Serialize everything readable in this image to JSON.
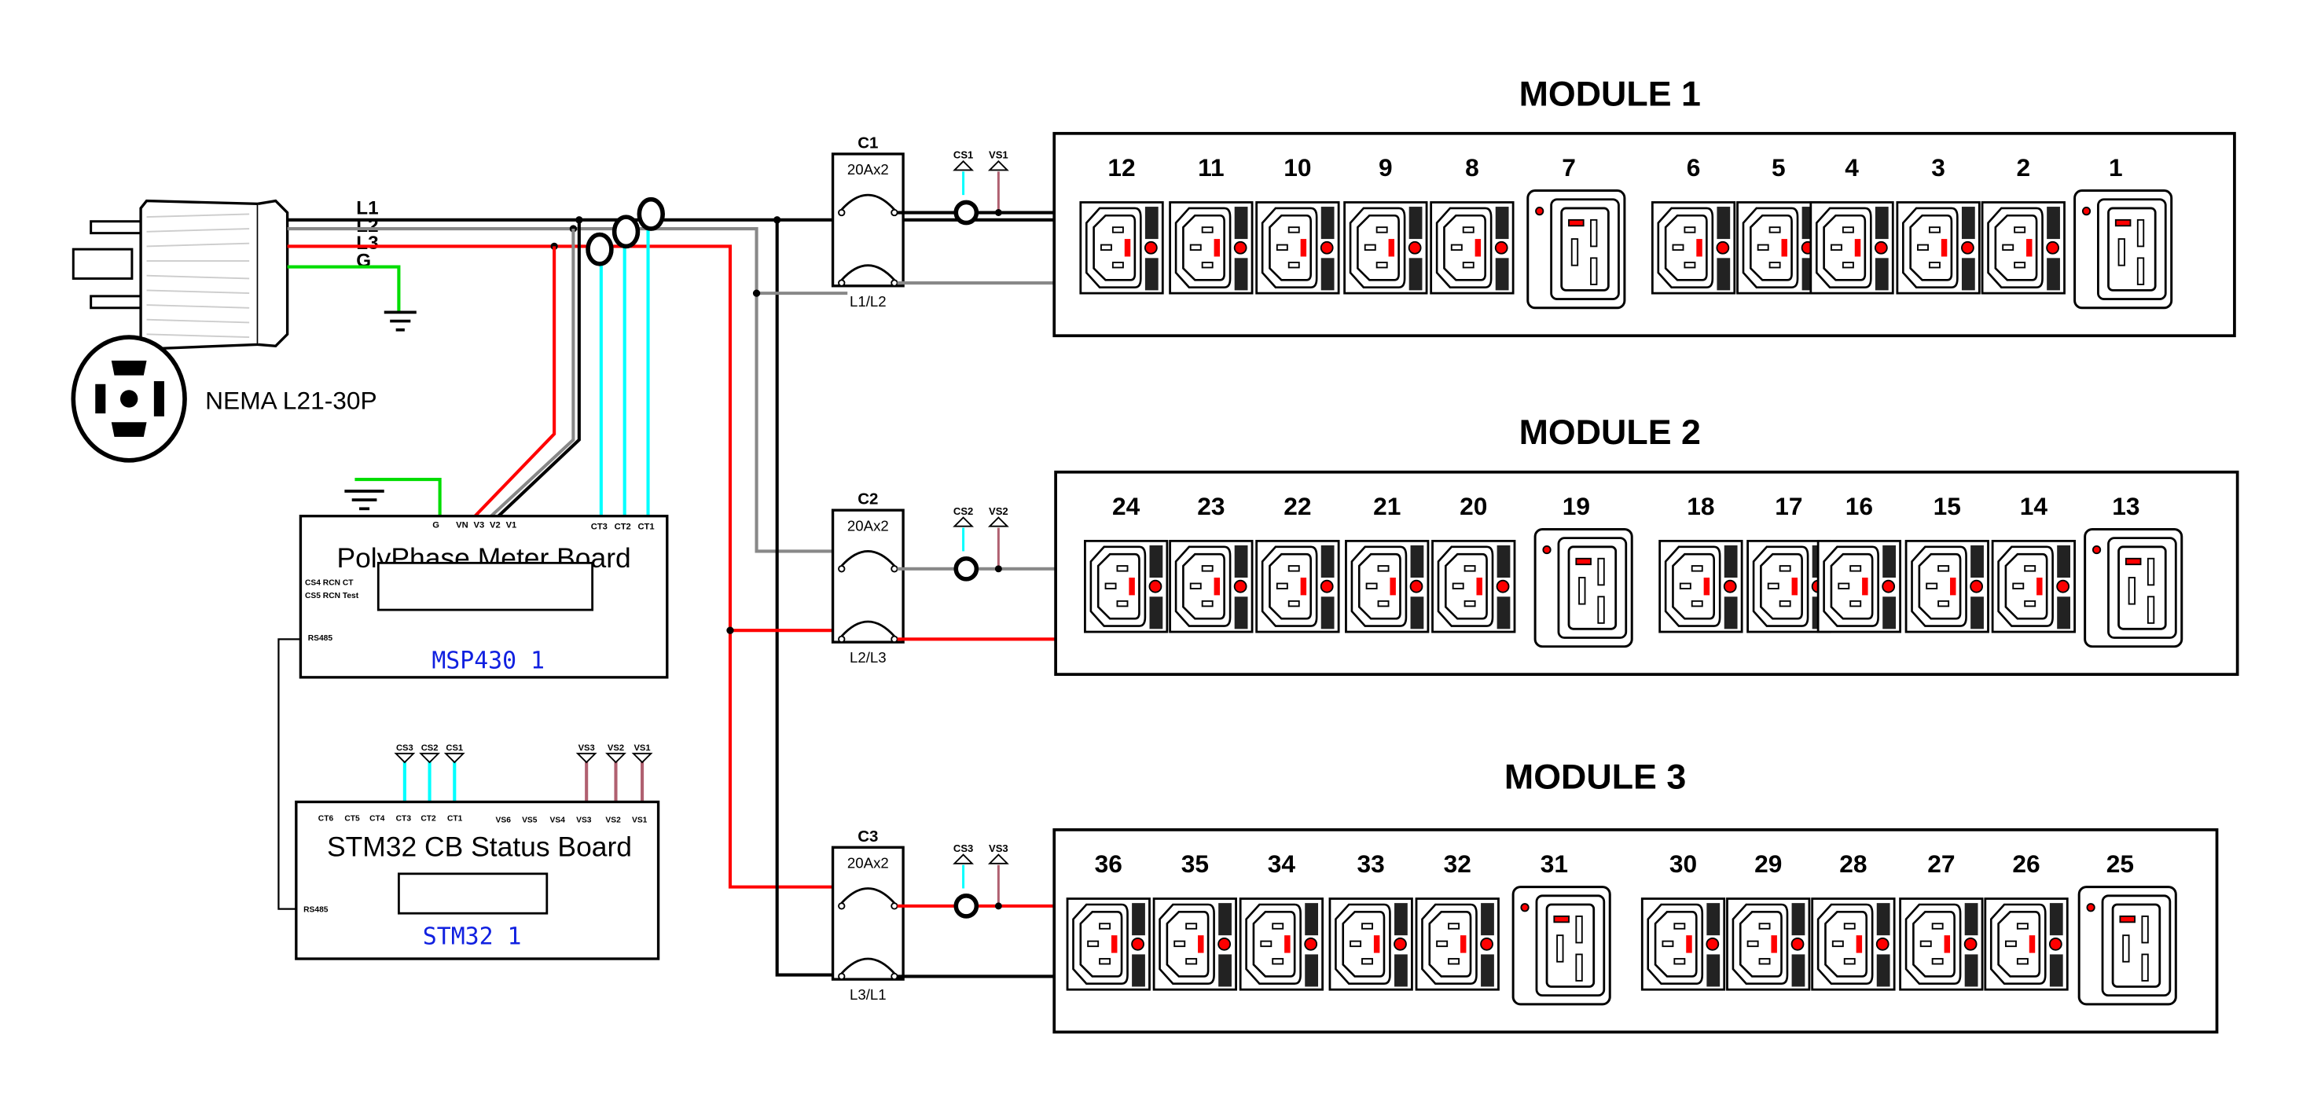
{
  "plug": {
    "lines": [
      "L1",
      "L2",
      "L3",
      "G"
    ],
    "type_label": "NEMA L21-30P"
  },
  "meter_board": {
    "title": "PolyPhase Meter Board",
    "chip": "MSP430 1",
    "pins_top": [
      "G",
      "VN",
      "V3",
      "V2",
      "V1",
      "CT3",
      "CT2",
      "CT1"
    ],
    "side_labels": [
      "CS4 RCN CT",
      "CS5 RCN Test",
      "RS485"
    ]
  },
  "status_board": {
    "title": "STM32 CB Status Board",
    "chip": "STM32  1",
    "inputs_cs": [
      "CS3",
      "CS2",
      "CS1"
    ],
    "inputs_vs": [
      "VS3",
      "VS2",
      "VS1"
    ],
    "pins_ct": [
      "CT6",
      "CT5",
      "CT4",
      "CT3",
      "CT2",
      "CT1"
    ],
    "pins_vs": [
      "VS6",
      "VS5",
      "VS4",
      "VS3",
      "VS2",
      "VS1"
    ],
    "side_label": "RS485"
  },
  "breakers": [
    {
      "name": "C1",
      "rating": "20Ax2",
      "phases": "L1/L2",
      "cs": "CS1",
      "vs": "VS1"
    },
    {
      "name": "C2",
      "rating": "20Ax2",
      "phases": "L2/L3",
      "cs": "CS2",
      "vs": "VS2"
    },
    {
      "name": "C3",
      "rating": "20Ax2",
      "phases": "L3/L1",
      "cs": "CS3",
      "vs": "VS3"
    }
  ],
  "modules": [
    {
      "title": "MODULE 1",
      "outlets": [
        "12",
        "11",
        "10",
        "9",
        "8",
        "7",
        "6",
        "5",
        "4",
        "3",
        "2",
        "1"
      ]
    },
    {
      "title": "MODULE 2",
      "outlets": [
        "24",
        "23",
        "22",
        "21",
        "20",
        "19",
        "18",
        "17",
        "16",
        "15",
        "14",
        "13"
      ]
    },
    {
      "title": "MODULE 3",
      "outlets": [
        "36",
        "35",
        "34",
        "33",
        "32",
        "31",
        "30",
        "29",
        "28",
        "27",
        "26",
        "25"
      ]
    }
  ],
  "outlet_types": [
    "C13",
    "C13",
    "C13",
    "C13",
    "C13",
    "C19",
    "C13",
    "C13",
    "C13",
    "C13",
    "C13",
    "C19"
  ],
  "colors": {
    "L1": "#000000",
    "L2": "#888888",
    "L3": "#ff0000",
    "G": "#00dd00",
    "CT": "#00ffff",
    "VS": "#b06070",
    "chip_text": "#1020e0"
  }
}
